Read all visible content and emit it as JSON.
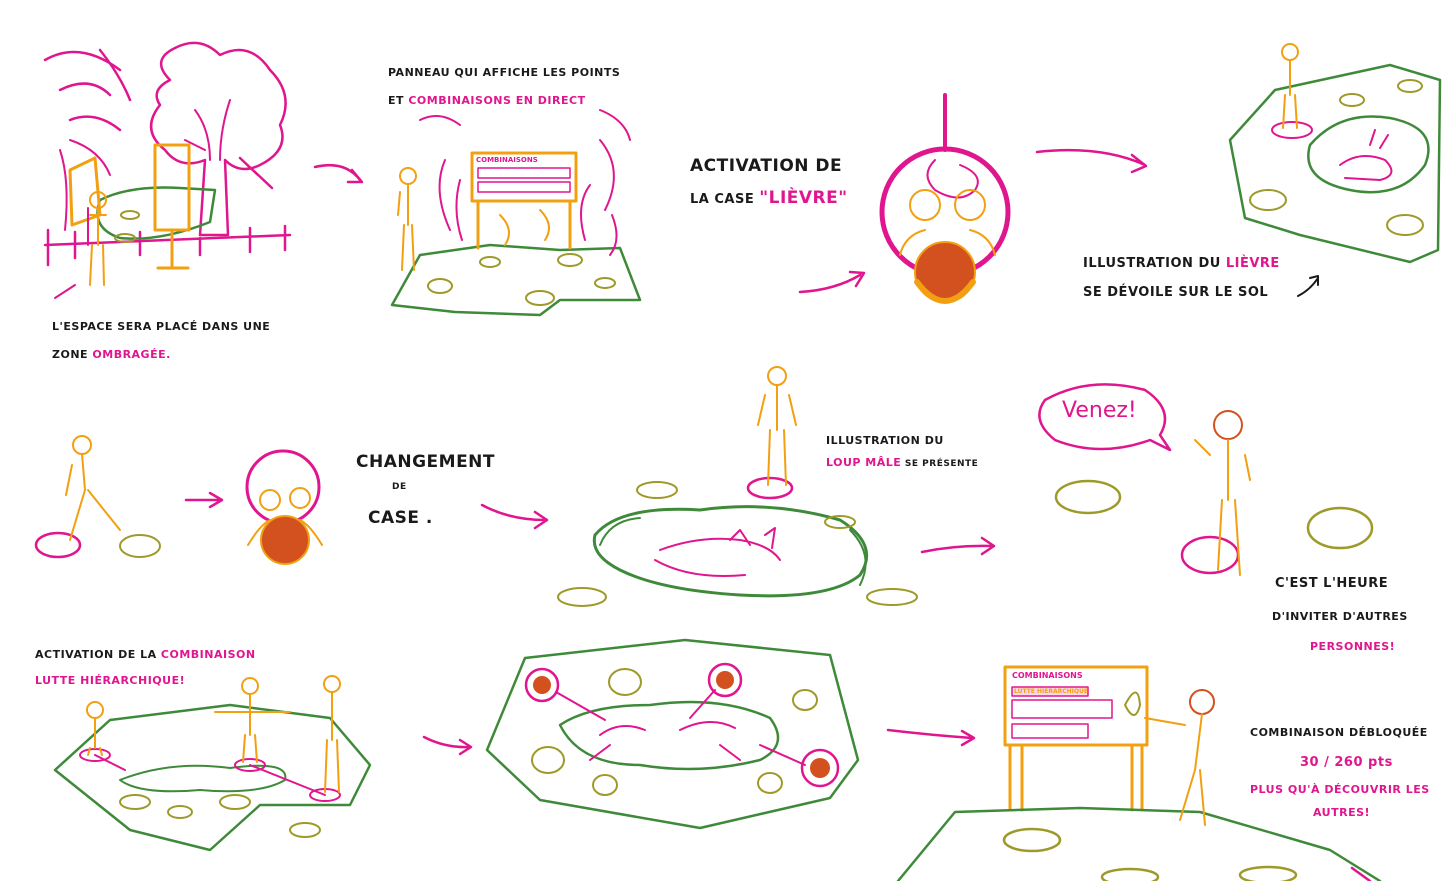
{
  "colors": {
    "pink": "#e0168f",
    "orange": "#f2a012",
    "green": "#3f8a3a",
    "olive": "#9e9a2a",
    "rust": "#d2511f",
    "ink": "#1a1a1a"
  },
  "captions": {
    "shade_line1": "L'espace sera placé dans une",
    "shade_line2_a": "zone ",
    "shade_line2_b": "ombragée.",
    "panel_line1": "Panneau qui affiche les points",
    "panel_line2_a": "et ",
    "panel_line2_b": "combinaisons en direct",
    "activation_line1": "Activation de",
    "activation_line2_a": "la case ",
    "activation_line2_b": "\"Lièvre\"",
    "hare_line1_a": "Illustration du ",
    "hare_line1_b": "lièvre",
    "hare_line2": "se dévoile sur le sol",
    "change_line1": "Changement",
    "change_line2": "de",
    "change_line3": "case .",
    "wolf_line1": "Illustration du",
    "wolf_line2_a": "loup mâle",
    "wolf_line2_b": " se présente",
    "bubble": "Venez!",
    "invite_line1": "C'est l'heure",
    "invite_line2": "d'inviter d'autres",
    "invite_line3": "personnes!",
    "combo_line1": "Activation de la ",
    "combo_line1_b": "combinaison",
    "combo_line2": "lutte hiérarchique!",
    "unlocked_line1": "Combinaison débloquée",
    "unlocked_line2": "30 / 260 pts",
    "unlocked_line3": "Plus qu'à découvrir les",
    "unlocked_line4": "autres!"
  },
  "board": {
    "title": "Combinaisons",
    "entry": "Lutte hiérarchique"
  }
}
